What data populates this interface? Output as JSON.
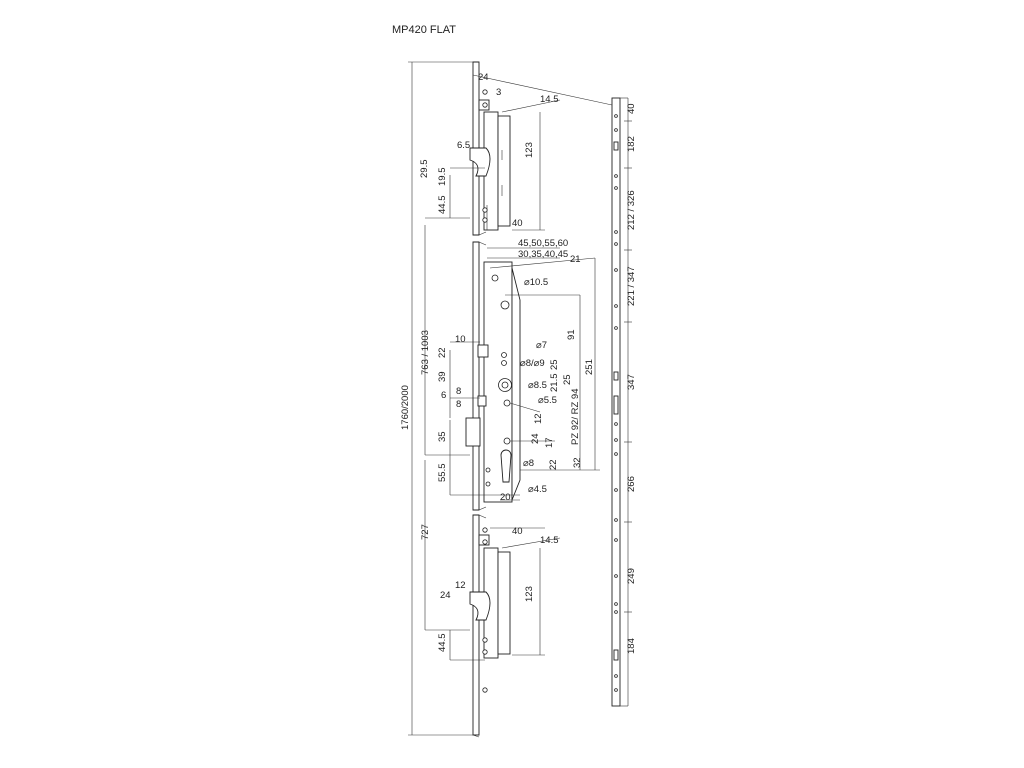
{
  "title": "MP420 FLAT",
  "labels": {
    "t_24": "24",
    "t_3": "3",
    "t_14_5a": "14.5",
    "t_123a": "123",
    "t_6_5": "6.5",
    "t_29_5": "29.5",
    "t_19_5": "19.5",
    "t_44_5a": "44.5",
    "t_40a": "40",
    "t_backsets1": "45,50,55,60",
    "t_backsets2": "30,35,40,45",
    "t_21": "21",
    "t_d10_5": "⌀10.5",
    "t_91": "91",
    "t_10": "10",
    "t_22a": "22",
    "t_d7": "⌀7",
    "t_d8_9": "⌀8/⌀9",
    "t_25a": "25",
    "t_d8_5": "⌀8.5",
    "t_21_5": "21.5",
    "t_25b": "25",
    "t_d5_5": "⌀5.5",
    "t_251": "251",
    "t_39": "39",
    "t_8a": "8",
    "t_6": "6",
    "t_8b": "8",
    "t_12a": "12",
    "t_pz": "PZ 92/ RZ 94",
    "t_17": "17",
    "t_24b": "24",
    "t_22b": "22",
    "t_35": "35",
    "t_d8": "⌀8",
    "t_32": "32",
    "t_55_5": "55.5",
    "t_20": "20",
    "t_d4_5": "⌀4.5",
    "t_1760": "1760/2000",
    "t_763": "763 / 1003",
    "t_727": "727",
    "t_40b": "40",
    "t_14_5b": "14.5",
    "t_12b": "12",
    "t_24c": "24",
    "t_123b": "123",
    "t_44_5b": "44.5",
    "r_40": "40",
    "r_182": "182",
    "r_212": "212 / 326",
    "r_221": "221 / 347",
    "r_347": "347",
    "r_266": "266",
    "r_249": "249",
    "r_184": "184"
  }
}
